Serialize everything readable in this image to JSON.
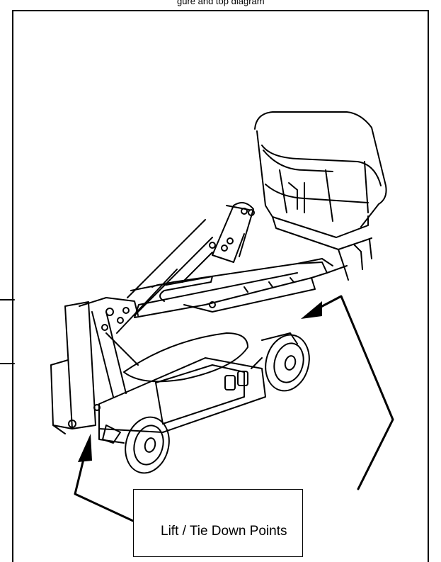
{
  "header": {
    "partial_text": "gure and top diagram"
  },
  "callout": {
    "label": "Lift / Tie Down Points"
  },
  "diagram": {
    "subject": "boom lift with platform basket",
    "stroke_color": "#000000",
    "background": "#ffffff"
  }
}
